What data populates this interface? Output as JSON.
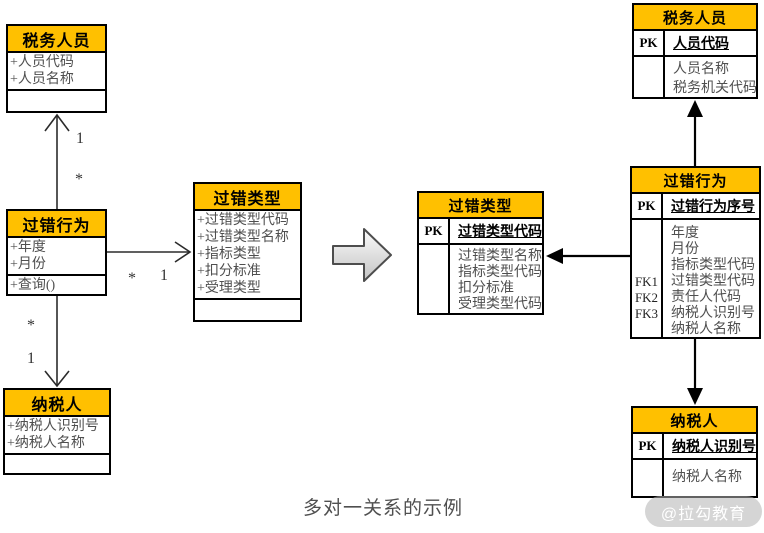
{
  "colors": {
    "header_fill": "#FFC000",
    "box_border": "#000000",
    "attribute_text": "#4f4f4f",
    "caption_text": "#4f4f4f"
  },
  "caption": "多对一关系的示例",
  "watermark": "@拉勾教育",
  "uml_classes": {
    "tax_officer": {
      "title": "税务人员",
      "attributes": [
        "+人员代码",
        "+人员名称"
      ],
      "operations": []
    },
    "fault_behavior": {
      "title": "过错行为",
      "attributes": [
        "+年度",
        "+月份"
      ],
      "operations": [
        "+查询()"
      ]
    },
    "fault_type": {
      "title": "过错类型",
      "attributes": [
        "+过错类型代码",
        "+过错类型名称",
        "+指标类型",
        "+扣分标准",
        "+受理类型"
      ],
      "operations": []
    },
    "taxpayer": {
      "title": "纳税人",
      "attributes": [
        "+纳税人识别号",
        "+纳税人名称"
      ],
      "operations": []
    }
  },
  "multiplicities": {
    "officer_one": "1",
    "officer_many": "*",
    "taxpayer_many": "*",
    "taxpayer_one": "1",
    "type_many": "*",
    "type_one": "1"
  },
  "er_tables": {
    "tax_officer": {
      "title": "税务人员",
      "pk_label": "PK",
      "pk_field": "人员代码",
      "rows": [
        {
          "key": "",
          "field": "人员名称"
        },
        {
          "key": "",
          "field": "税务机关代码"
        }
      ]
    },
    "fault_behavior": {
      "title": "过错行为",
      "pk_label": "PK",
      "pk_field": "过错行为序号",
      "rows": [
        {
          "key": "",
          "field": "年度"
        },
        {
          "key": "",
          "field": "月份"
        },
        {
          "key": "",
          "field": "指标类型代码"
        },
        {
          "key": "FK1",
          "field": "过错类型代码"
        },
        {
          "key": "FK2",
          "field": "责任人代码"
        },
        {
          "key": "FK3",
          "field": "纳税人识别号"
        },
        {
          "key": "",
          "field": "纳税人名称"
        }
      ]
    },
    "fault_type": {
      "title": "过错类型",
      "pk_label": "PK",
      "pk_field": "过错类型代码",
      "rows": [
        {
          "key": "",
          "field": "过错类型名称"
        },
        {
          "key": "",
          "field": "指标类型代码"
        },
        {
          "key": "",
          "field": "扣分标准"
        },
        {
          "key": "",
          "field": "受理类型代码"
        }
      ]
    },
    "taxpayer": {
      "title": "纳税人",
      "pk_label": "PK",
      "pk_field": "纳税人识别号",
      "rows": [
        {
          "key": "",
          "field": "纳税人名称"
        }
      ]
    }
  }
}
